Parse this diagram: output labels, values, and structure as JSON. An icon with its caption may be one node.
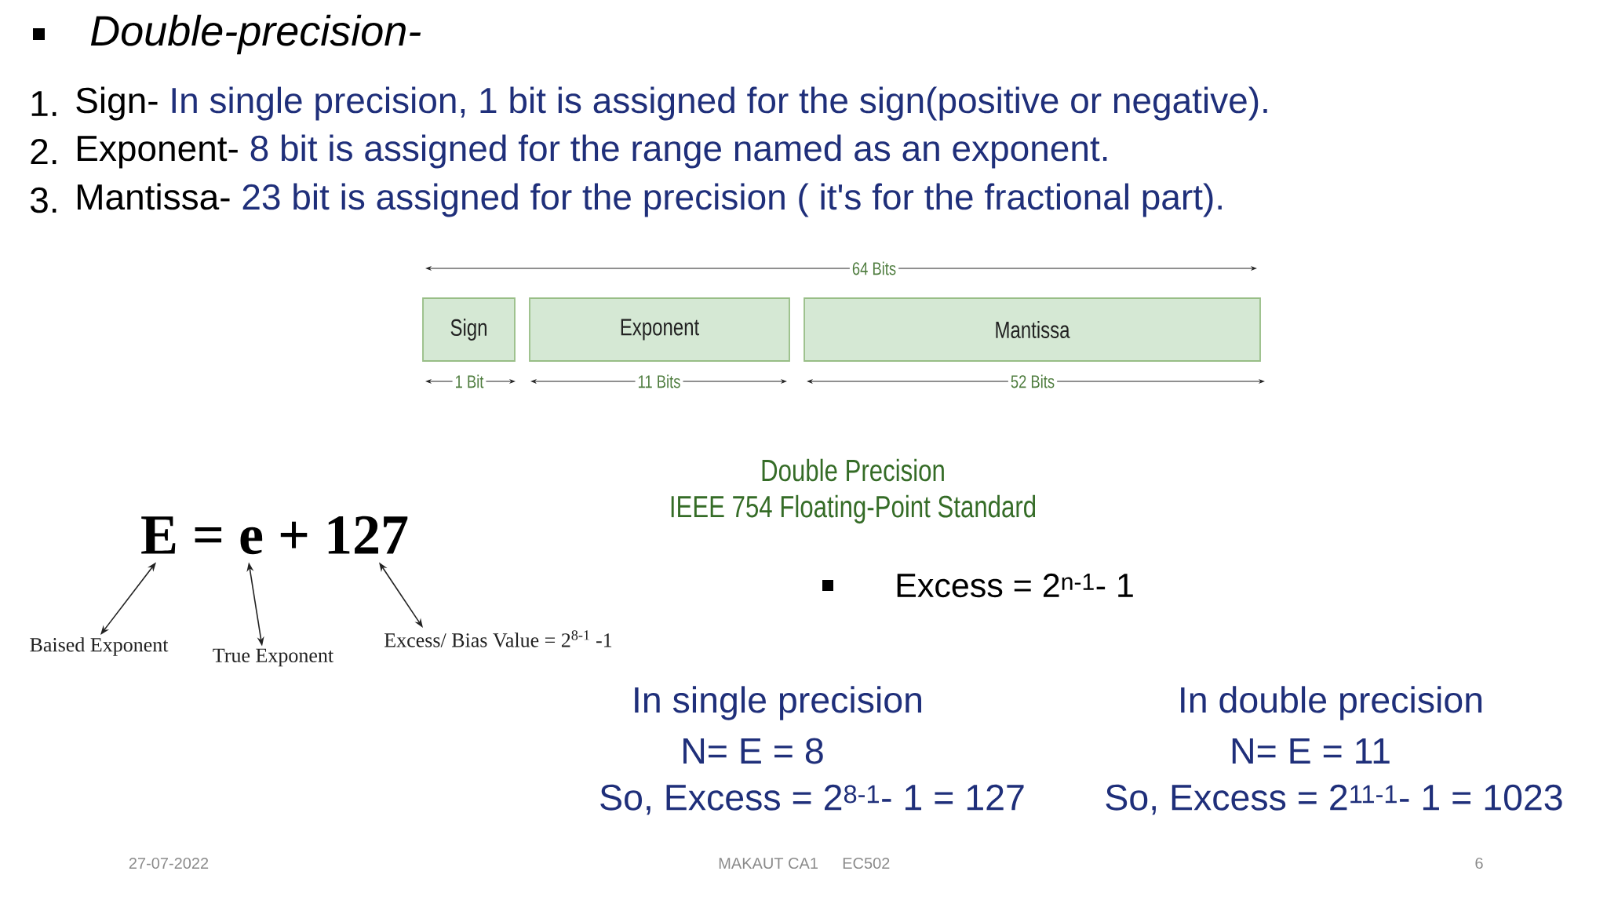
{
  "diagram": {
    "title": "Double-precision-",
    "nodes": [
      {
        "text": [
          "Sign"
        ],
        "beside": [
          "1 Bit"
        ]
      },
      {
        "text": [
          "Exponent"
        ],
        "beside": [
          "11 Bits"
        ]
      },
      {
        "text": [
          "Mantissa"
        ],
        "beside": [
          "52 Bits"
        ]
      },
      {
        "text": [
          "E = e + 127"
        ]
      },
      {
        "text": [
          "Baised Exponent"
        ]
      },
      {
        "text": [
          "True Exponent"
        ]
      },
      {
        "text": [
          "Excess/ Bias Value = 2$^{8-1}$ -1"
        ]
      }
    ],
    "edges": [
      {
        "from": 4,
        "to": 3,
        "arrow": "both"
      },
      {
        "from": 5,
        "to": 3,
        "arrow": "both"
      },
      {
        "from": 6,
        "to": 3,
        "arrow": "both"
      }
    ],
    "labels": [
      "1.",
      "Sign-",
      "In single precision, 1 bit is assigned for the sign(positive or negative).",
      "2.",
      "Exponent-",
      "8 bit is assigned for the range named as an exponent.",
      "3.",
      "Mantissa-",
      "23 bit is assigned for the precision ( it's for the fractional part).",
      "64 Bits",
      "Double Precision",
      "IEEE 754 Floating-Point Standard",
      "Excess = 2$^{n-1}$- 1",
      "In single precision",
      "N= E = 8",
      "So, Excess = 2$^{8-1}$- 1 = 127",
      "In double precision",
      "N= E = 11",
      "So, Excess = 2$^{11-1}$- 1 = 1023",
      "27-07-2022",
      "MAKAUT CA1",
      "EC502",
      "6"
    ]
  }
}
